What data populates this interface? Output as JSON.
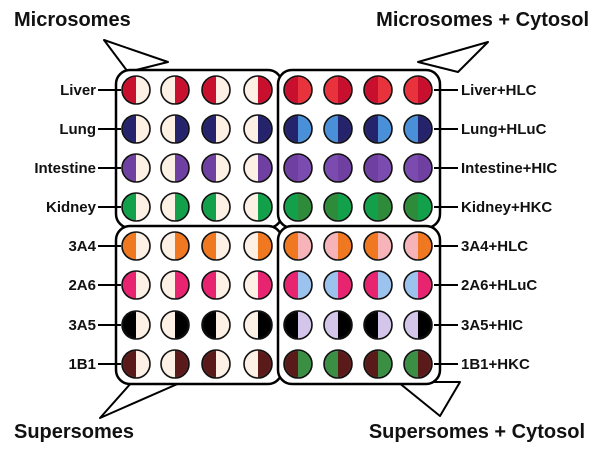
{
  "titles": {
    "top_left": "Microsomes",
    "top_right": "Microsomes + Cytosol",
    "bottom_left": "Supersomes",
    "bottom_right": "Supersomes + Cytosol"
  },
  "left_rows": [
    "Liver",
    "Lung",
    "Intestine",
    "Kidney",
    "3A4",
    "2A6",
    "3A5",
    "1B1"
  ],
  "right_rows": [
    "Liver+HLC",
    "Lung+HLuC",
    "Intestine+HIC",
    "Kidney+HKC",
    "3A4+HLC",
    "2A6+HLuC",
    "3A5+HIC",
    "1B1+HKC"
  ],
  "colors": {
    "enzyme": [
      "#c8102e",
      "#25236b",
      "#6f3fa1",
      "#12a04b",
      "#f07820",
      "#e8236f",
      "#000000",
      "#5a1a1a"
    ],
    "cytosol": [
      "#e8323c",
      "#4a90d9",
      "#7b4bb0",
      "#2e8b3a",
      "#e8323c",
      "#4a90d9",
      "#7b4bb0",
      "#2e8b3a"
    ],
    "blank": "#fdf1e6"
  }
}
